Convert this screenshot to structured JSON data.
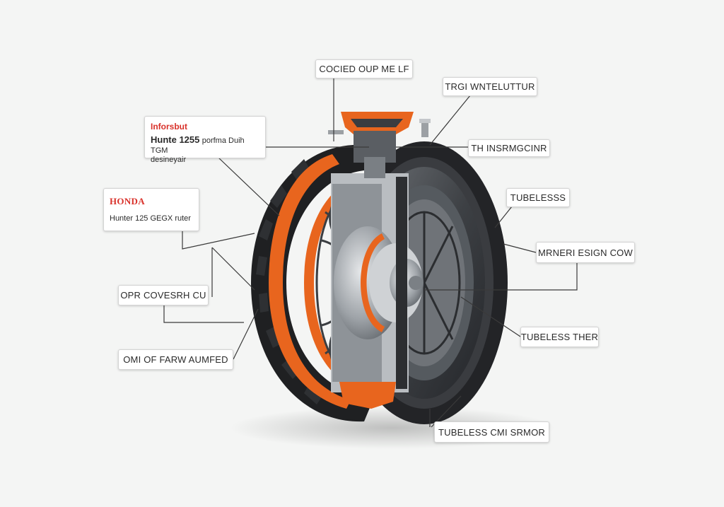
{
  "colors": {
    "accent": "#e8651e",
    "tire": "#262729",
    "steel": "#a8acb0",
    "leader": "#3a3a3a",
    "brand_red": "#d9312a"
  },
  "info_box_top": {
    "title": "Inforsbut",
    "line1_bold": "Hunte 1255",
    "line1_rest": "porfma Duih TGM",
    "line2": "desineyair"
  },
  "info_box_brand": {
    "brand": "HONDA",
    "line": "Hunter 125 GEGX ruter"
  },
  "callouts": [
    {
      "id": "top-center",
      "text": "COCIED OUP ME LF"
    },
    {
      "id": "top-right",
      "text": "TRGI WNTELUTTUR"
    },
    {
      "id": "upper-right",
      "text": "TH INSRMGCINR"
    },
    {
      "id": "right-tubeless",
      "text": "TUBELESSS"
    },
    {
      "id": "right-design",
      "text": "MRNERI ESIGN COW"
    },
    {
      "id": "lower-right",
      "text": "TUBELESS THER"
    },
    {
      "id": "bottom-right",
      "text": "TUBELESS CMI SRMOR"
    },
    {
      "id": "left-mid",
      "text": "OPR COVESRH CU"
    },
    {
      "id": "left-low",
      "text": "OMI OF FARW AUMFED"
    }
  ]
}
